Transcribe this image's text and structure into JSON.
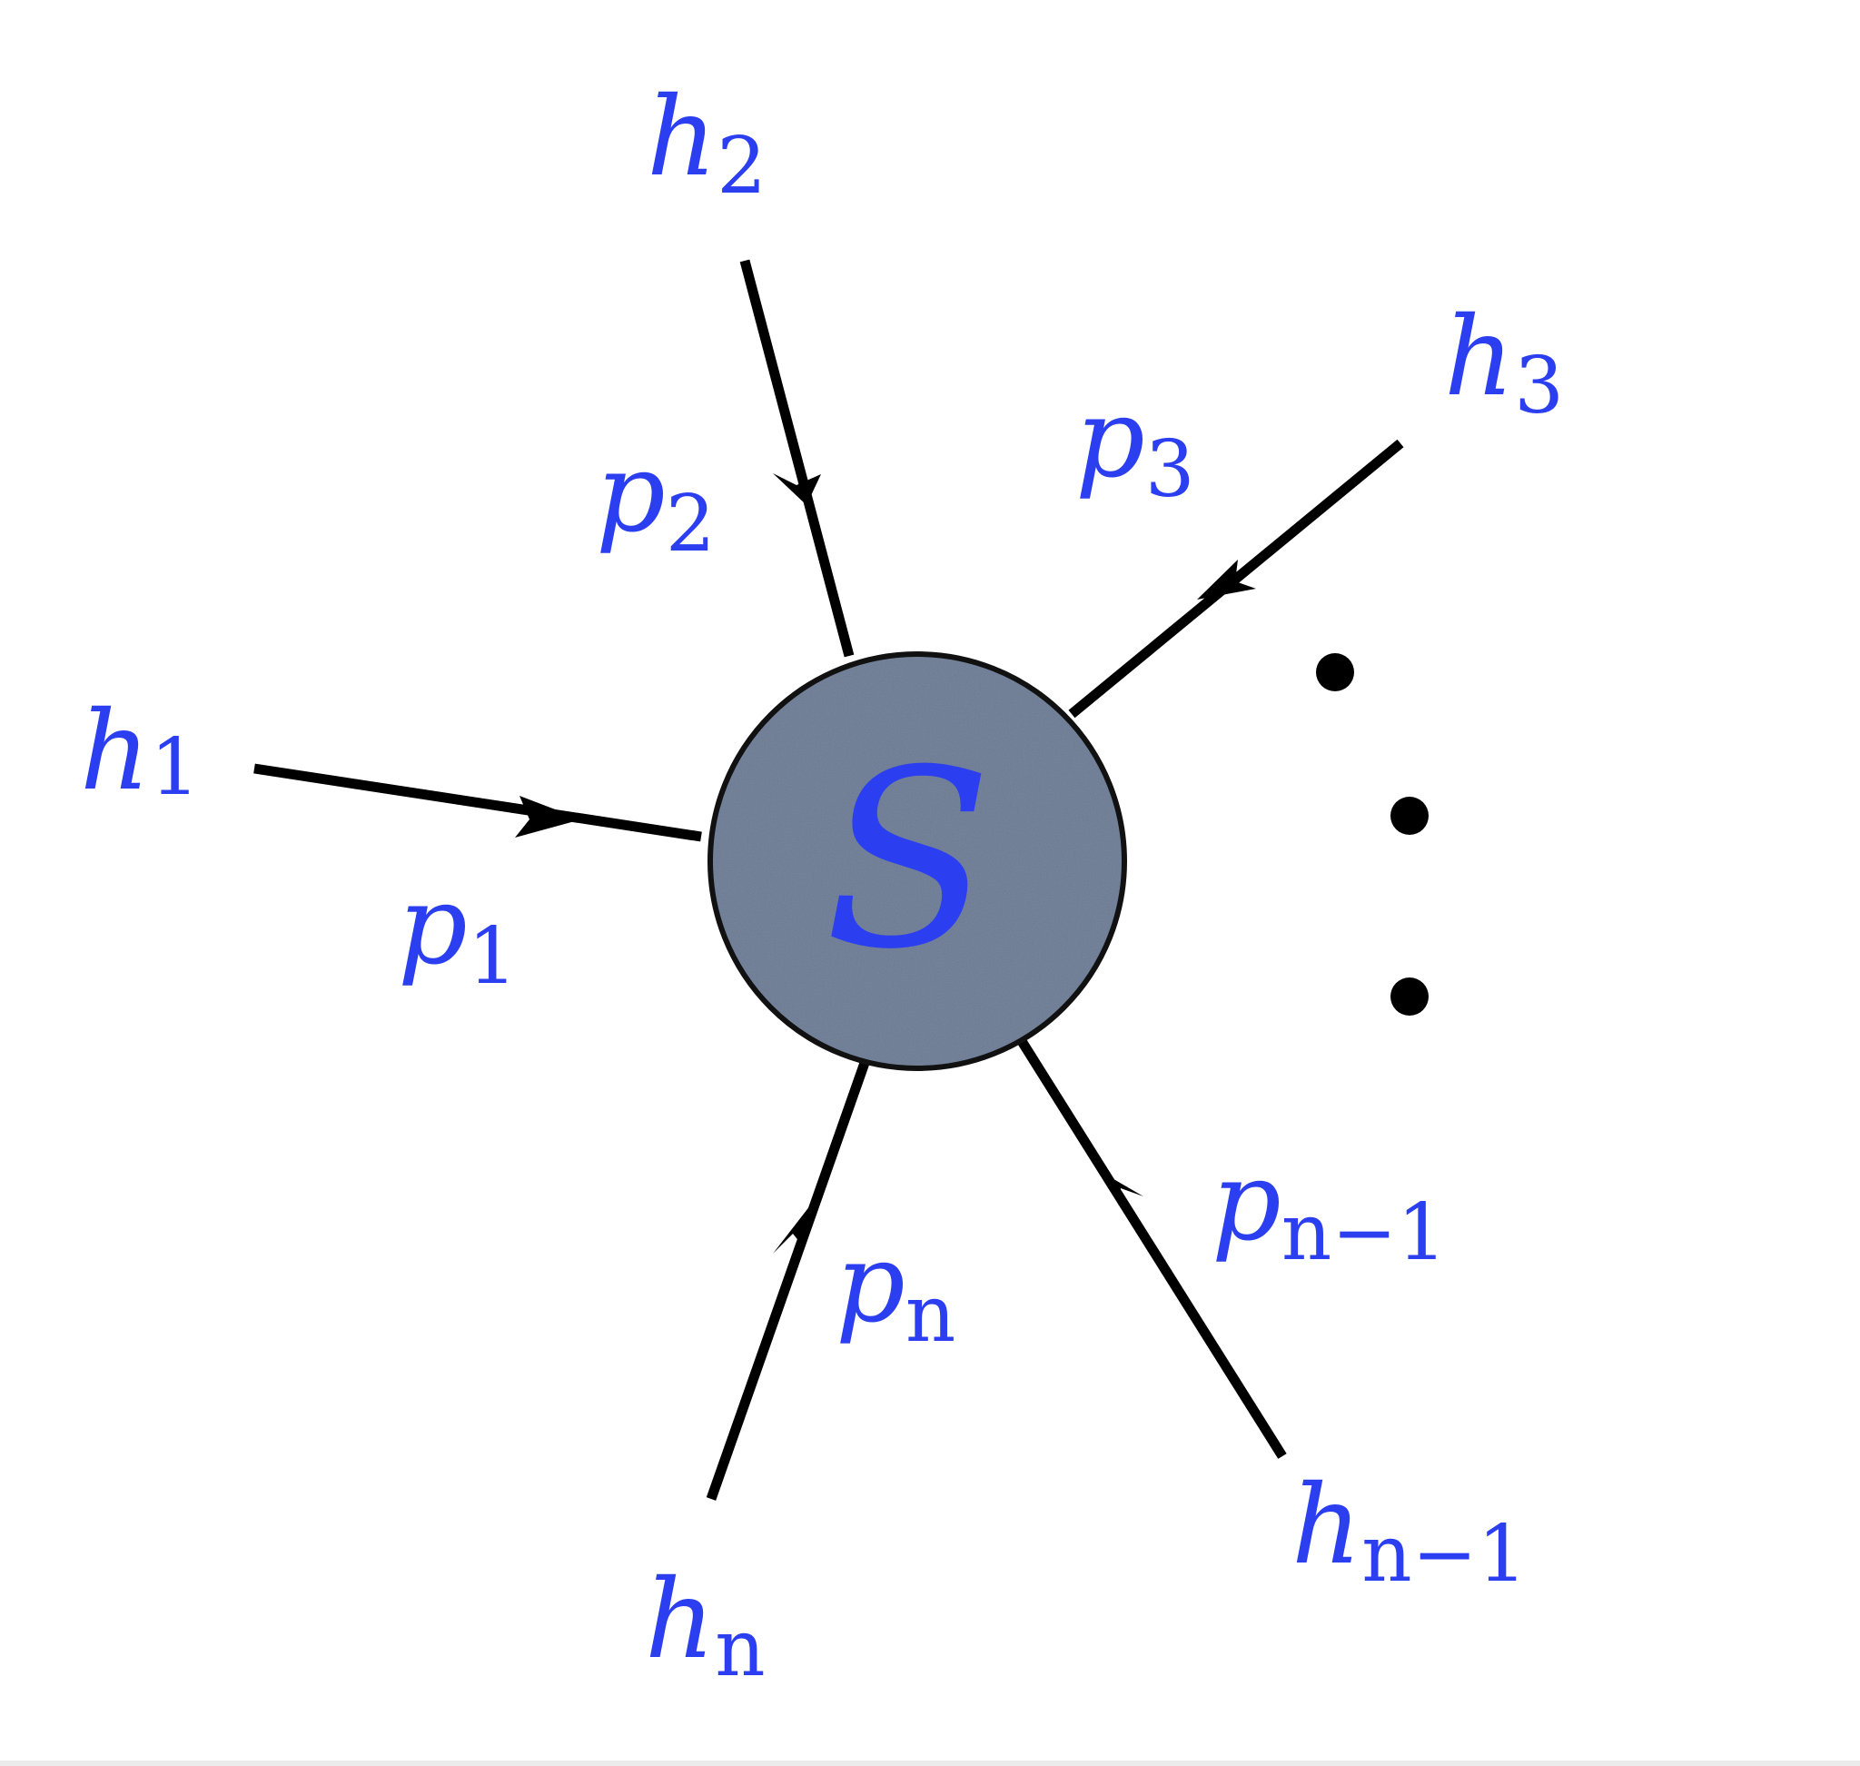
{
  "blob": {
    "label": "S"
  },
  "legs": [
    {
      "id": "1",
      "helicity": {
        "base": "h",
        "sub": "1"
      },
      "momentum": {
        "base": "p",
        "sub": "1"
      }
    },
    {
      "id": "2",
      "helicity": {
        "base": "h",
        "sub": "2"
      },
      "momentum": {
        "base": "p",
        "sub": "2"
      }
    },
    {
      "id": "3",
      "helicity": {
        "base": "h",
        "sub": "3"
      },
      "momentum": {
        "base": "p",
        "sub": "3"
      }
    },
    {
      "id": "n-1",
      "helicity": {
        "base": "h",
        "sub": "n−1"
      },
      "momentum": {
        "base": "p",
        "sub": "n−1"
      }
    },
    {
      "id": "n",
      "helicity": {
        "base": "h",
        "sub": "n"
      },
      "momentum": {
        "base": "p",
        "sub": "n"
      }
    }
  ],
  "colors": {
    "label": "#2b3ff0",
    "line": "#000000",
    "blob_fill": "#6a7a94",
    "blob_stroke": "#111111"
  }
}
